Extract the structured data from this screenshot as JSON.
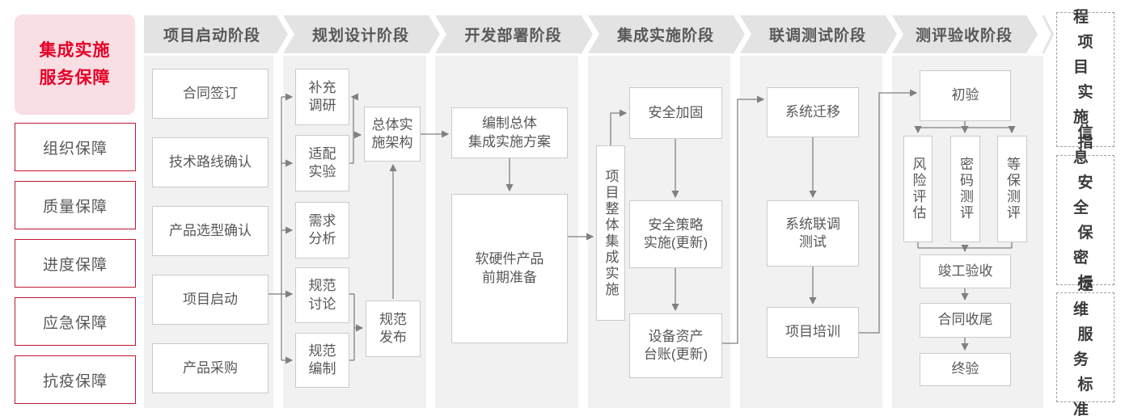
{
  "title": {
    "text": "集成实施\n服务保障"
  },
  "sidebar_items": [
    "组织保障",
    "质量保障",
    "进度保障",
    "应急保障",
    "抗疫保障"
  ],
  "phases": [
    {
      "label": "项目启动阶段",
      "boxes": [
        "合同签订",
        "技术路线确认",
        "产品选型确认",
        "项目启动",
        "产品采购"
      ]
    },
    {
      "label": "规划设计阶段",
      "boxes": [
        "补充\n调研",
        "适配\n实验",
        "需求\n分析",
        "规范\n讨论",
        "规范\n编制"
      ],
      "right_boxes": [
        "总体实\n施架构",
        "规范\n发布"
      ]
    },
    {
      "label": "开发部署阶段",
      "boxes": [
        "编制总体\n集成实施方案",
        "软硬件产品\n前期准备"
      ]
    },
    {
      "label": "集成实施阶段",
      "vertical_box": "项目整体集成实施",
      "boxes": [
        "安全加固",
        "安全策略\n实施(更新)",
        "设备资产\n台账(更新)"
      ]
    },
    {
      "label": "联调测试阶段",
      "boxes": [
        "系统迁移",
        "系统联调\n测试",
        "项目培训"
      ]
    },
    {
      "label": "测评验收阶段",
      "boxes": [
        "初验",
        "竣工验收",
        "合同收尾",
        "终验"
      ],
      "vertical_boxes": [
        "风险评估",
        "密码测评",
        "等保测评"
      ]
    }
  ],
  "standards": [
    {
      "lines": [
        "工程",
        "项目",
        "实施",
        "指引"
      ]
    },
    {
      "lines": [
        "信息",
        "安全",
        "保密",
        "标准"
      ]
    },
    {
      "lines": [
        "运维",
        "服务",
        "标准"
      ]
    }
  ],
  "colors": {
    "accent_red": "#e60028",
    "red_border": "#bf1630",
    "pink_bg": "#f9dee3",
    "panel_bg": "#f1f1f2",
    "header_bg": "#e3e3e4",
    "box_border": "#cbcbcb",
    "text_gray": "#595757",
    "line_gray": "#808080",
    "dashed_border": "#9e9e9e",
    "standard_text": "#3a3a3a"
  }
}
